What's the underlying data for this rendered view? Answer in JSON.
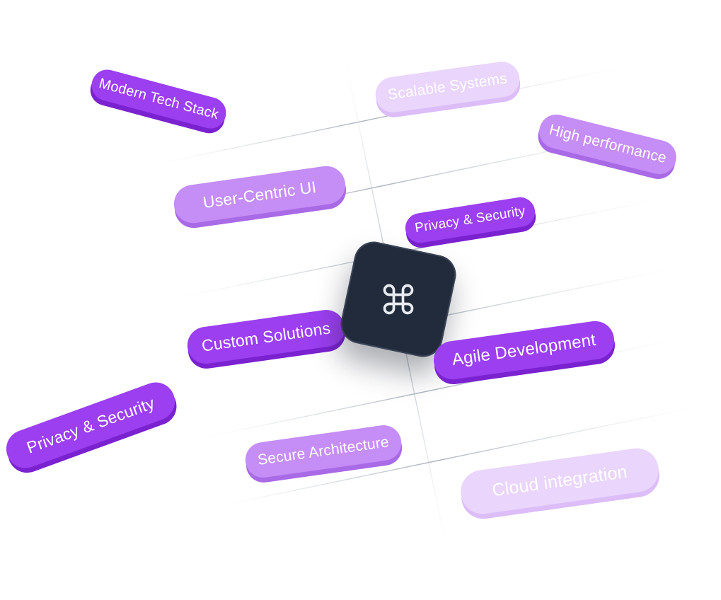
{
  "center_icon": "command-key-icon",
  "colors": {
    "dark": "#9b3ff0",
    "mid": "#c58df6",
    "light": "#ead5fc",
    "tile": "#222b3b"
  },
  "tags": {
    "modern_tech_stack": "Modern Tech Stack",
    "scalable_systems": "Scalable Systems",
    "high_performance": "High performance",
    "user_centric_ui": "User-Centric UI",
    "privacy_security_top": "Privacy & Security",
    "custom_solutions": "Custom Solutions",
    "agile_development": "Agile Development",
    "privacy_security_left": "Privacy & Security",
    "secure_architecture": "Secure Architecture",
    "cloud_integration": "Cloud integration"
  }
}
